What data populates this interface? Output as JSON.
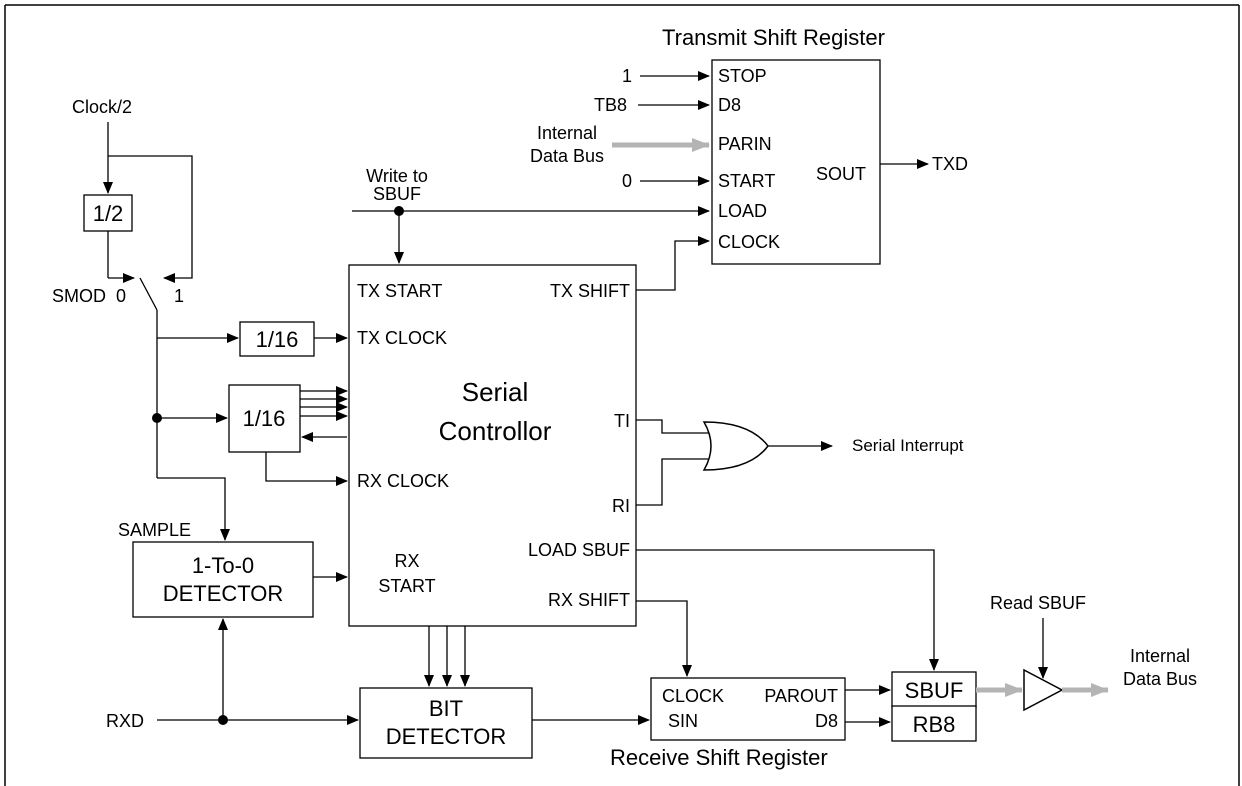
{
  "transmit_shift_register": {
    "title": "Transmit Shift Register",
    "ports": [
      "STOP",
      "D8",
      "PARIN",
      "START",
      "LOAD",
      "CLOCK"
    ],
    "output_port": "SOUT",
    "inputs": [
      "1",
      "TB8",
      "Internal",
      "Data Bus",
      "0"
    ],
    "output": "TXD"
  },
  "clock": {
    "source": "Clock/2",
    "divider": "1/2",
    "switch_label": "SMOD",
    "pos0": "0",
    "pos1": "1"
  },
  "write_sbuf": [
    "Write to",
    "SBUF"
  ],
  "dividers": {
    "tx": "1/16",
    "rx": "1/16"
  },
  "serial_controller": {
    "title_line1": "Serial",
    "title_line2": "Controllor",
    "ports_left": [
      "TX START",
      "TX CLOCK",
      "RX CLOCK",
      "RX",
      "START"
    ],
    "ports_right": [
      "TX SHIFT",
      "TI",
      "RI",
      "LOAD SBUF",
      "RX SHIFT"
    ]
  },
  "serial_interrupt": "Serial Interrupt",
  "detector_1to0": {
    "sample": "SAMPLE",
    "line1": "1-To-0",
    "line2": "DETECTOR"
  },
  "bit_detector": {
    "line1": "BIT",
    "line2": "DETECTOR"
  },
  "rxd": "RXD",
  "receive_shift_register": {
    "title": "Receive Shift Register",
    "ports": [
      "CLOCK",
      "PAROUT",
      "SIN",
      "D8"
    ]
  },
  "sbuf": "SBUF",
  "rb8": "RB8",
  "read_sbuf": "Read SBUF",
  "output_bus": [
    "Internal",
    "Data Bus"
  ]
}
